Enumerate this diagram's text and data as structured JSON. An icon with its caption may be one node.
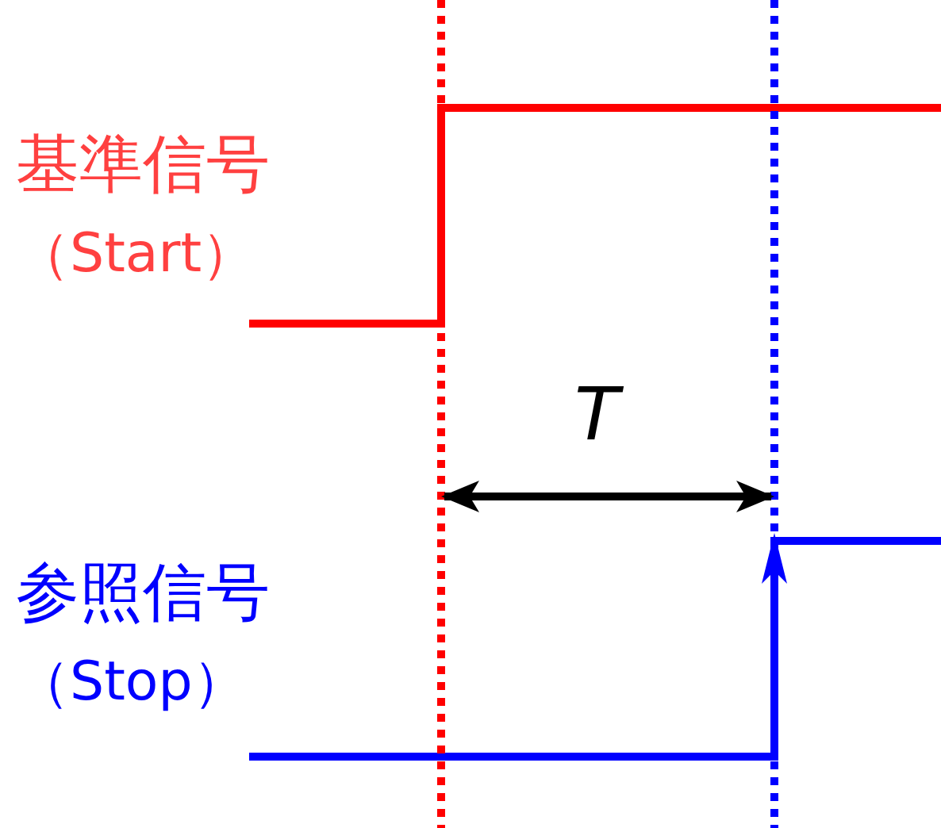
{
  "diagram": {
    "labels": [
      "基準信号",
      "（Start）",
      "T",
      "参照信号",
      "（Stop）"
    ]
  }
}
